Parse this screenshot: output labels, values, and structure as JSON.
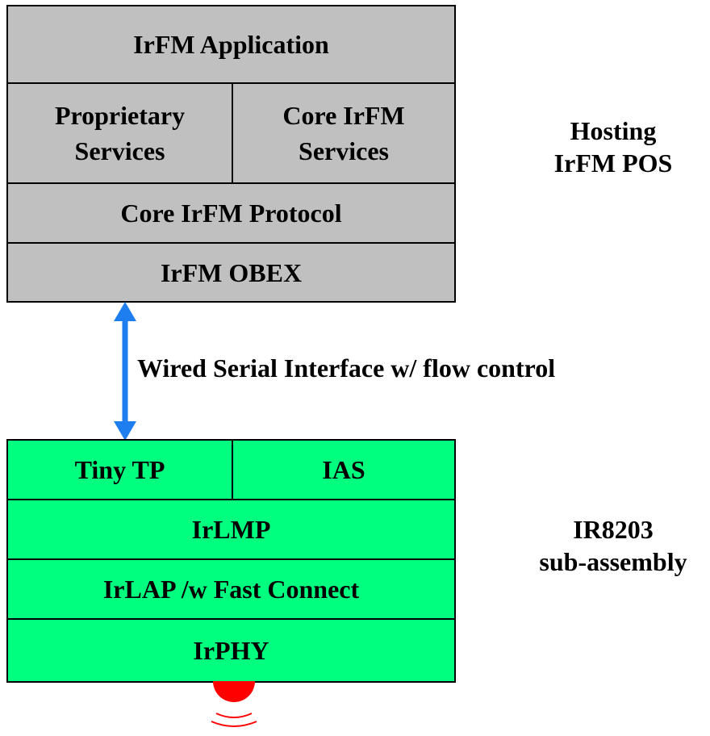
{
  "hosting_stack": {
    "application": "IrFM Application",
    "proprietary_services": [
      "Proprietary",
      "Services"
    ],
    "core_services": [
      "Core IrFM",
      "Services"
    ],
    "core_protocol": "Core IrFM Protocol",
    "obex": "IrFM OBEX",
    "fill_color": "#c0c0c0"
  },
  "hosting_label": [
    "Hosting",
    "IrFM POS"
  ],
  "interface_label": "Wired Serial Interface w/ flow control",
  "connector_color": "#1e7ef0",
  "subassembly_stack": {
    "tiny_tp": "Tiny TP",
    "ias": "IAS",
    "irlmp": "IrLMP",
    "irlap": "IrLAP /w Fast Connect",
    "irphy": "IrPHY",
    "fill_color": "#00ff7f"
  },
  "subassembly_label": [
    "IR8203",
    "sub-assembly"
  ],
  "emitter_color": "#ff0000"
}
